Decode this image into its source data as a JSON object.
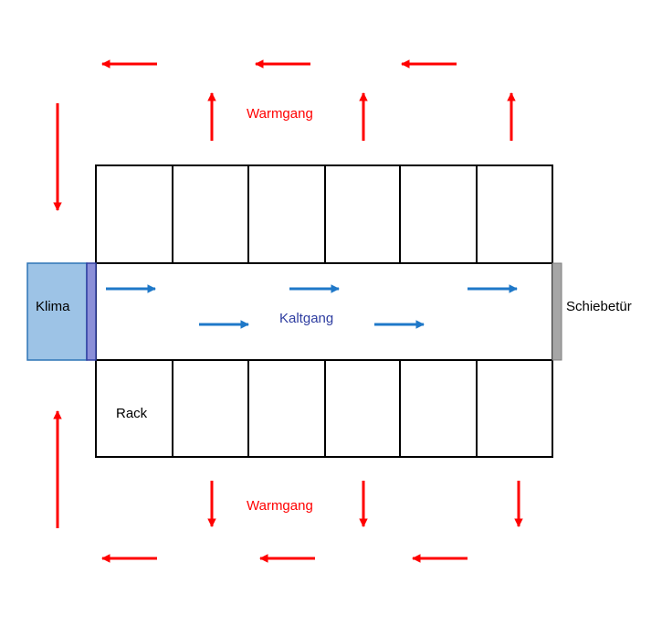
{
  "labels": {
    "warm_top": "Warmgang",
    "warm_bottom": "Warmgang",
    "cold": "Kaltgang",
    "climate": "Klima",
    "door": "Schiebetür",
    "rack": "Rack"
  },
  "colors": {
    "warm_arrow": "#ff0000",
    "cold_arrow": "#1f78c8",
    "cold_text": "#2e3da0",
    "climate_fill": "#9dc3e6",
    "climate_stroke": "#2e75b6",
    "climate_panel": "#8b8fd8",
    "door_fill": "#a6a6a6",
    "rack_stroke": "#000000"
  },
  "icons": {
    "warm": "red-arrow-icon",
    "cold": "blue-arrow-icon"
  }
}
